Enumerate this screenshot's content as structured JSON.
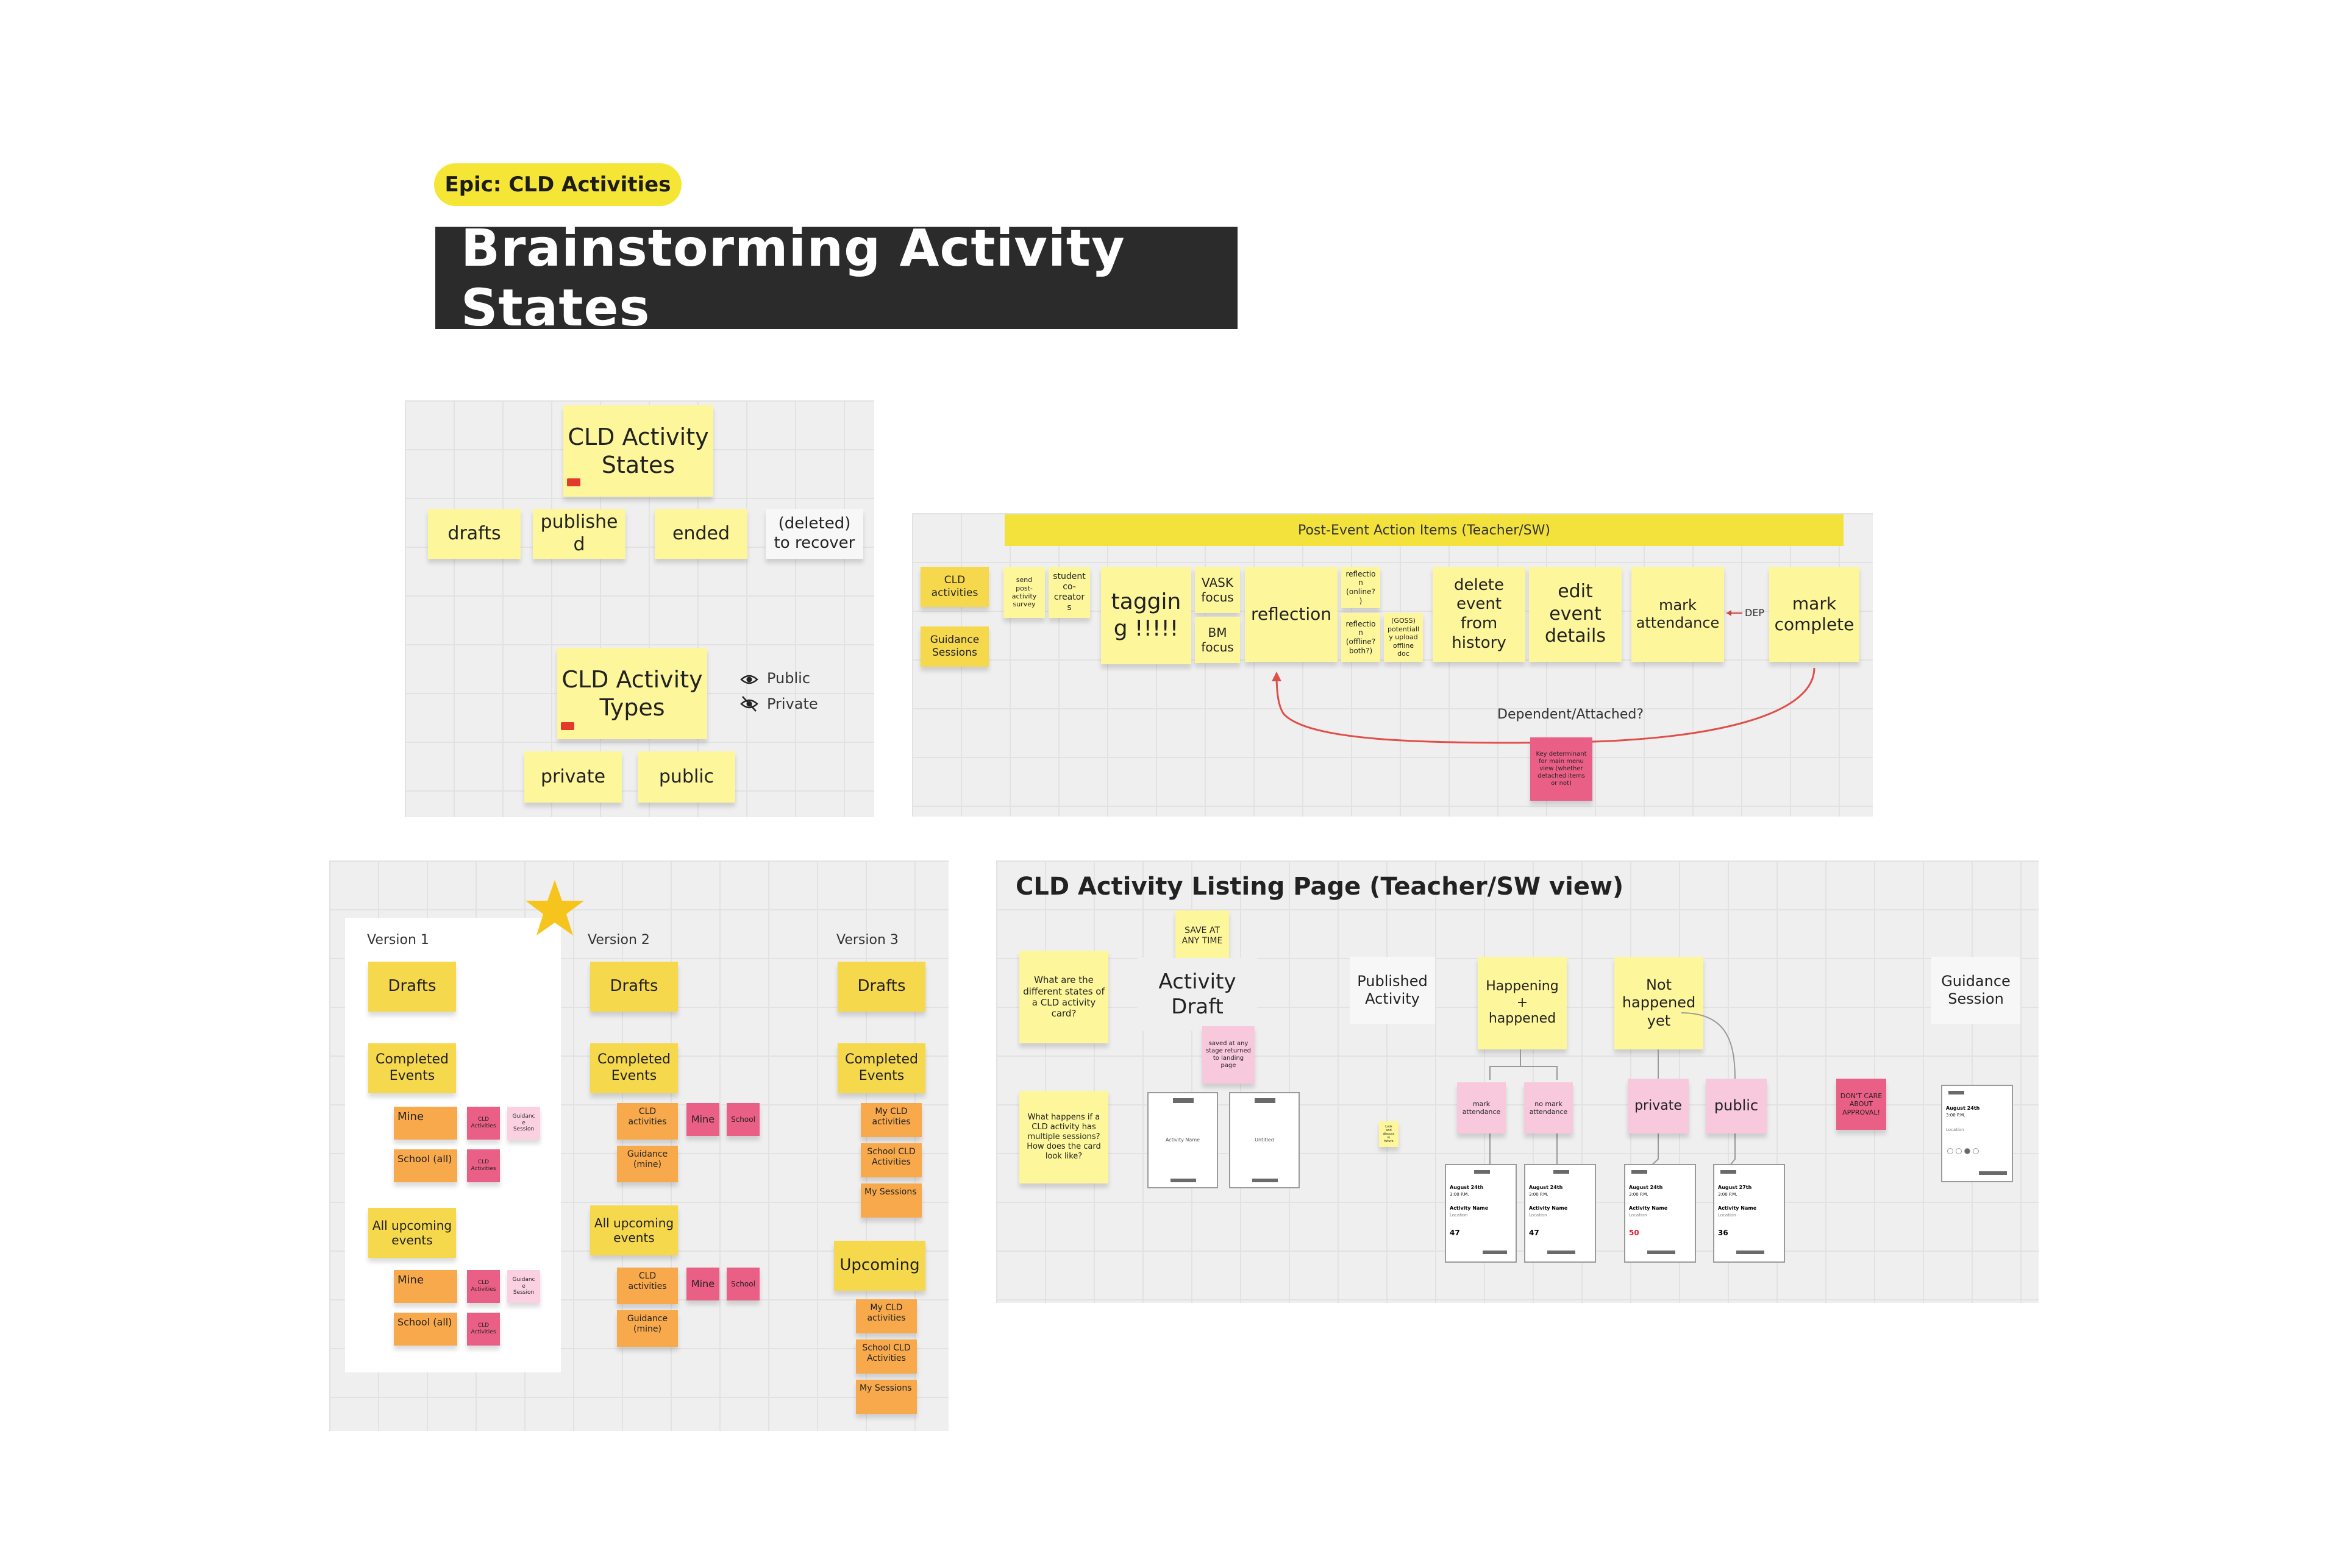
{
  "epic_tag": "Epic: CLD Activities",
  "page_title": "Brainstorming Activity States",
  "board1": {
    "states_title": "CLD Activity States",
    "states": [
      "drafts",
      "published",
      "ended",
      "(deleted) to recover"
    ],
    "types_title": "CLD Activity Types",
    "legend": {
      "public": "Public",
      "private": "Private"
    },
    "types": [
      "private",
      "public"
    ]
  },
  "board2": {
    "banner": "Post-Event Action Items (Teacher/SW)",
    "sources": [
      "CLD activities",
      "Guidance Sessions"
    ],
    "items": {
      "survey": "send post-activity survey",
      "cocreators": "student co-creators",
      "tagging": "tagging !!!!!",
      "vask": "VASK focus",
      "bm": "BM focus",
      "reflection": "reflection",
      "refl_online": "reflection (online?)",
      "refl_offline": "reflection (offline? both?)",
      "goss": "(GOSS) potentially upload offline doc",
      "delete": "delete event from history",
      "edit": "edit event details",
      "mark_att": "mark attendance",
      "dep": "DEP",
      "mark_complete": "mark complete",
      "dependent": "Dependent/Attached?",
      "pink_note": "Key determinant for main menu view (whether detached items or not)"
    }
  },
  "board3": {
    "version1": {
      "label": "Version 1",
      "drafts": "Drafts",
      "completed": "Completed Events",
      "mine": "Mine",
      "school": "School (all)",
      "cld_act": "CLD Activities",
      "guidance": "Guidance Session",
      "upcoming": "All upcoming events",
      "mine2": "Mine",
      "school2": "School (all)",
      "cld_act2": "CLD Activities",
      "guidance2": "Guidance Session",
      "cld_act3": "CLD Activities"
    },
    "version2": {
      "label": "Version 2",
      "drafts": "Drafts",
      "completed": "Completed Events",
      "cld": "CLD activities",
      "mine": "Mine",
      "school": "School",
      "guidance": "Guidance (mine)",
      "upcoming": "All upcoming events",
      "cld2": "CLD activities",
      "mine2": "Mine",
      "school2": "School",
      "guidance2": "Guidance (mine)"
    },
    "version3": {
      "label": "Version 3",
      "drafts": "Drafts",
      "completed": "Completed Events",
      "my_cld": "My CLD activities",
      "school_cld": "School CLD Activities",
      "my_sessions": "My Sessions",
      "upcoming": "Upcoming",
      "my_cld2": "My CLD activities",
      "school_cld2": "School CLD Activities",
      "my_sessions2": "My Sessions"
    }
  },
  "board4": {
    "heading": "CLD Activity Listing Page (Teacher/SW view)",
    "q1": "What are the different states of a CLD activity card?",
    "q2": "What happens if a CLD activity has multiple sessions? How does the card look like?",
    "save": "SAVE AT ANY TIME",
    "draft": "Activity Draft",
    "saved_note": "saved at any stage returned to landing page",
    "published": "Published Activity",
    "happening": "Happening + happened",
    "not_happened": "Not happened yet",
    "guidance": "Guidance Session",
    "mark_att": "mark attendance",
    "no_mark": "no mark attendance",
    "private": "private",
    "public": "public",
    "dont_care": "DON'T CARE ABOUT APPROVAL!",
    "tiny_note": "Look and discuss in future",
    "wf_draft1": "Activity Name",
    "wf_draft2": "Untitled",
    "cards": [
      {
        "date": "August 24th",
        "time": "3:00 P.M.",
        "name": "Activity Name",
        "loc": "Location",
        "count": "47"
      },
      {
        "date": "August 24th",
        "time": "3:00 P.M.",
        "name": "Activity Name",
        "loc": "Location",
        "count": "47"
      },
      {
        "date": "August 24th",
        "time": "3:00 P.M.",
        "name": "Activity Name",
        "loc": "Location",
        "count": "50"
      },
      {
        "date": "August 27th",
        "time": "3:00 P.M.",
        "name": "Activity Name",
        "loc": "Location",
        "count": "36"
      }
    ],
    "gs_card": {
      "date": "August 24th",
      "time": "3:00 P.M.",
      "loc": "Location"
    }
  },
  "colors": {
    "board_bg": "#efefef",
    "sticky_yellow": "#fdf69b",
    "sticky_gold": "#f6d84d",
    "sticky_orange": "#f7a94c",
    "sticky_pink": "#f8c8dd",
    "sticky_darkpink": "#ea5f86",
    "banner_yellow": "#f4e23c",
    "connector_red": "#e0504a",
    "title_bg": "#2b2b2b",
    "tag_bg": "#f5e535"
  }
}
